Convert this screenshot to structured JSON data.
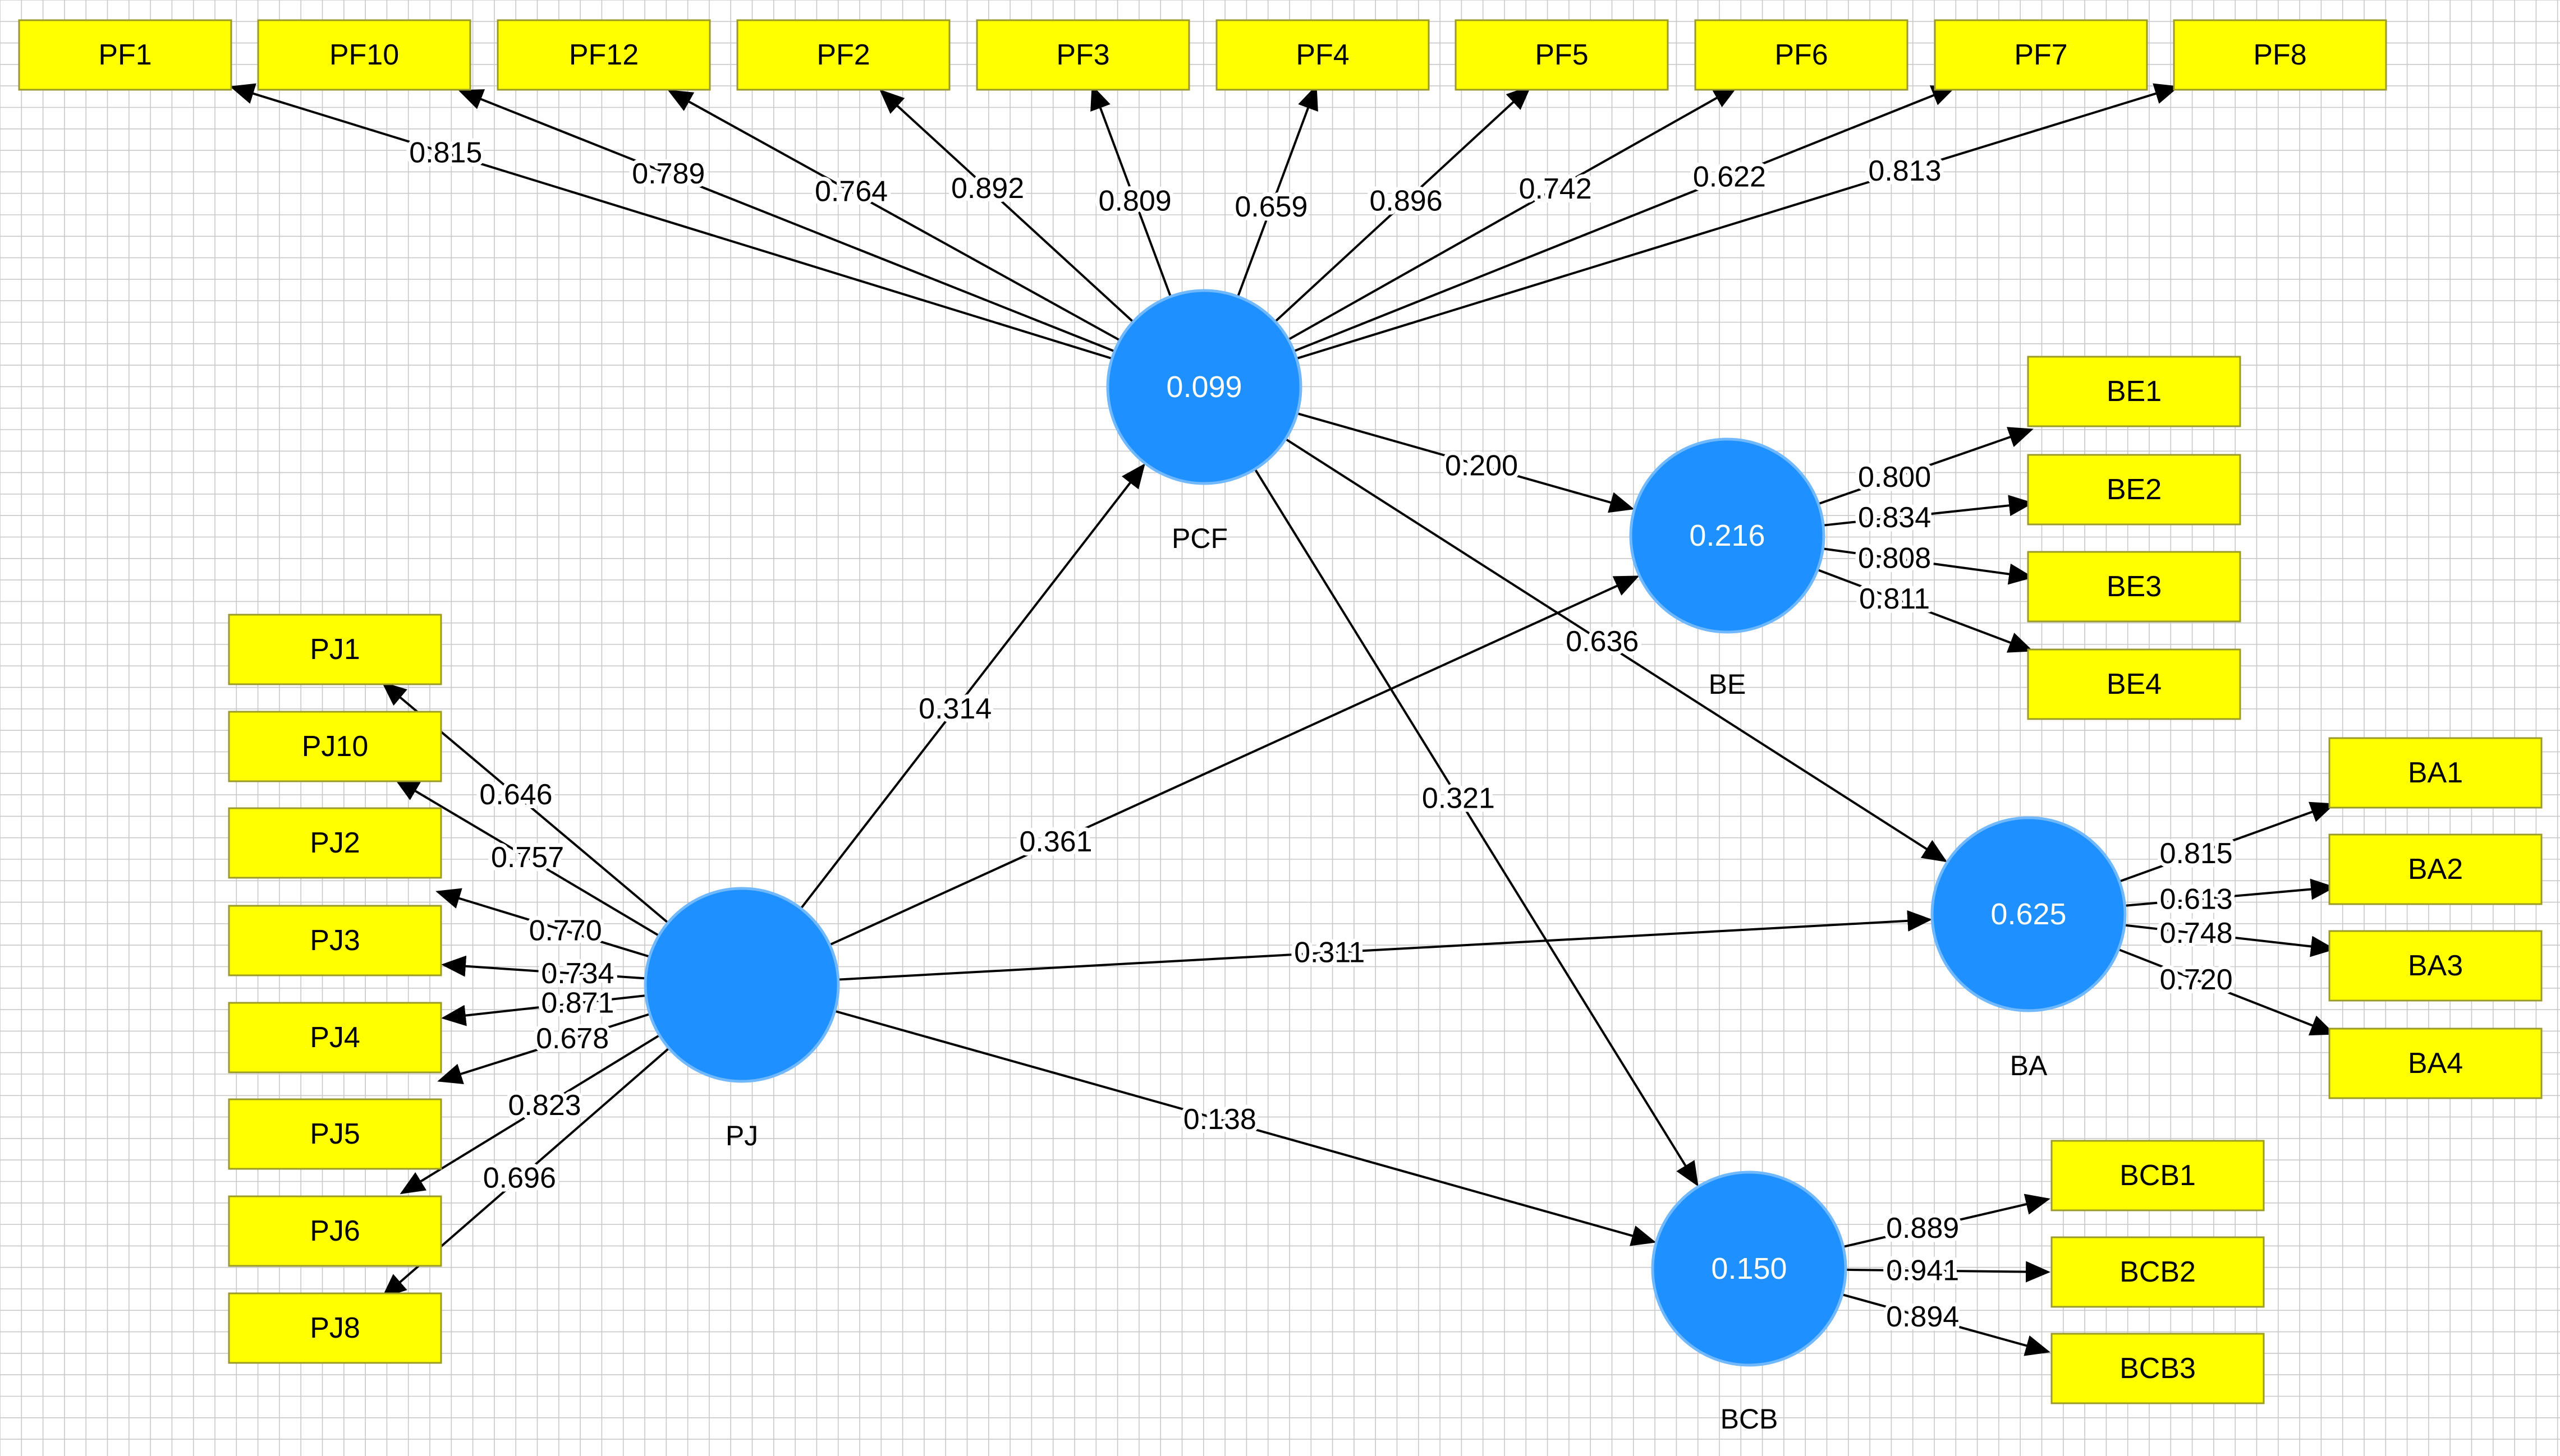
{
  "constructs": [
    {
      "id": "PCF",
      "label": "PCF",
      "r2": "0.099"
    },
    {
      "id": "PJ",
      "label": "PJ",
      "r2": ""
    },
    {
      "id": "BE",
      "label": "BE",
      "r2": "0.216"
    },
    {
      "id": "BA",
      "label": "BA",
      "r2": "0.625"
    },
    {
      "id": "BCB",
      "label": "BCB",
      "r2": "0.150"
    }
  ],
  "indicators": [
    {
      "id": "PF1",
      "construct": "PCF",
      "loading": "0.815"
    },
    {
      "id": "PF10",
      "construct": "PCF",
      "loading": "0.789"
    },
    {
      "id": "PF12",
      "construct": "PCF",
      "loading": "0.764"
    },
    {
      "id": "PF2",
      "construct": "PCF",
      "loading": "0.892"
    },
    {
      "id": "PF3",
      "construct": "PCF",
      "loading": "0.809"
    },
    {
      "id": "PF4",
      "construct": "PCF",
      "loading": "0.659"
    },
    {
      "id": "PF5",
      "construct": "PCF",
      "loading": "0.896"
    },
    {
      "id": "PF6",
      "construct": "PCF",
      "loading": "0.742"
    },
    {
      "id": "PF7",
      "construct": "PCF",
      "loading": "0.622"
    },
    {
      "id": "PF8",
      "construct": "PCF",
      "loading": "0.813"
    },
    {
      "id": "BE1",
      "construct": "BE",
      "loading": "0.800"
    },
    {
      "id": "BE2",
      "construct": "BE",
      "loading": "0.834"
    },
    {
      "id": "BE3",
      "construct": "BE",
      "loading": "0.808"
    },
    {
      "id": "BE4",
      "construct": "BE",
      "loading": "0.811"
    },
    {
      "id": "BA1",
      "construct": "BA",
      "loading": "0.815"
    },
    {
      "id": "BA2",
      "construct": "BA",
      "loading": "0.613"
    },
    {
      "id": "BA3",
      "construct": "BA",
      "loading": "0.748"
    },
    {
      "id": "BA4",
      "construct": "BA",
      "loading": "0.720"
    },
    {
      "id": "BCB1",
      "construct": "BCB",
      "loading": "0.889"
    },
    {
      "id": "BCB2",
      "construct": "BCB",
      "loading": "0.941"
    },
    {
      "id": "BCB3",
      "construct": "BCB",
      "loading": "0.894"
    },
    {
      "id": "PJ1",
      "construct": "PJ",
      "loading": "0.646"
    },
    {
      "id": "PJ10",
      "construct": "PJ",
      "loading": "0.757"
    },
    {
      "id": "PJ2",
      "construct": "PJ",
      "loading": "0.770"
    },
    {
      "id": "PJ3",
      "construct": "PJ",
      "loading": "0.734"
    },
    {
      "id": "PJ4",
      "construct": "PJ",
      "loading": "0.871"
    },
    {
      "id": "PJ5",
      "construct": "PJ",
      "loading": "0.678"
    },
    {
      "id": "PJ6",
      "construct": "PJ",
      "loading": "0.823"
    },
    {
      "id": "PJ8",
      "construct": "PJ",
      "loading": "0.696"
    }
  ],
  "paths": [
    {
      "from": "PCF",
      "to": "BE",
      "coef": "0.200"
    },
    {
      "from": "PCF",
      "to": "BA",
      "coef": "0.636"
    },
    {
      "from": "PCF",
      "to": "BCB",
      "coef": "0.321"
    },
    {
      "from": "PJ",
      "to": "PCF",
      "coef": "0.314"
    },
    {
      "from": "PJ",
      "to": "BE",
      "coef": "0.361"
    },
    {
      "from": "PJ",
      "to": "BA",
      "coef": "0.311"
    },
    {
      "from": "PJ",
      "to": "BCB",
      "coef": "0.138"
    }
  ],
  "colors": {
    "construct_fill": "#1e90ff",
    "indicator_fill": "#ffff00",
    "grid": "#c8c8c8",
    "line": "#000000"
  }
}
